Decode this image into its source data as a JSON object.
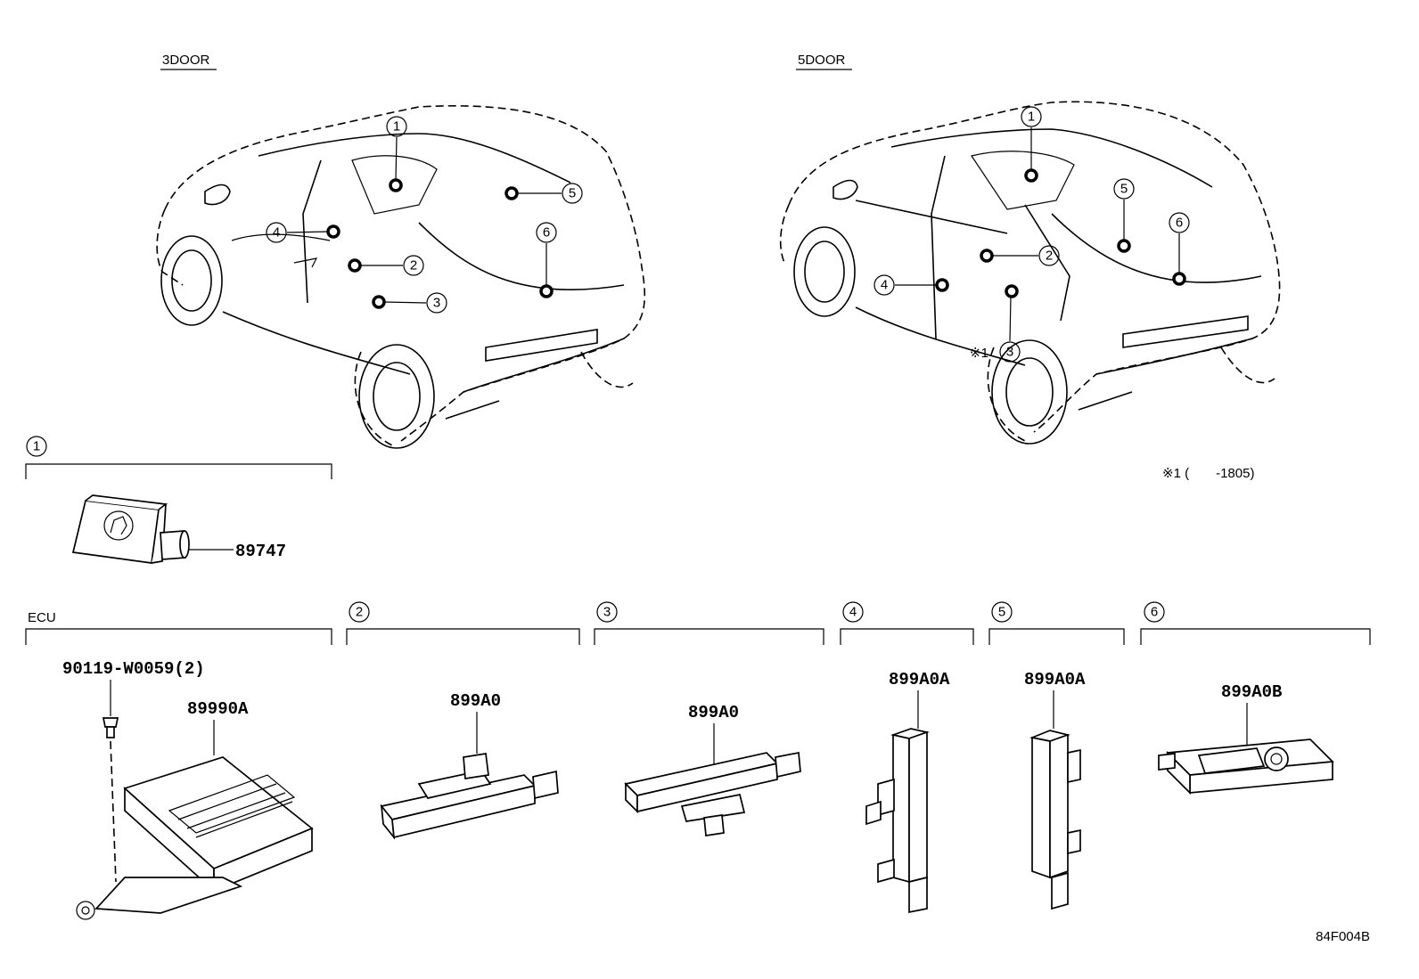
{
  "views": {
    "three_door": "3DOOR",
    "five_door": "5DOOR"
  },
  "callouts": [
    "1",
    "2",
    "3",
    "4",
    "5",
    "6"
  ],
  "footnote": {
    "marker": "※1",
    "text": "※1 (　　-1805)"
  },
  "groups": {
    "g1": {
      "number": "1",
      "part_number": "89747"
    },
    "ecu": {
      "label": "ECU",
      "bolt_part_number": "90119-W0059(2)",
      "part_number": "89990A"
    },
    "g2": {
      "number": "2",
      "part_number": "899A0"
    },
    "g3": {
      "number": "3",
      "part_number": "899A0"
    },
    "g4": {
      "number": "4",
      "part_number": "899A0A"
    },
    "g5": {
      "number": "5",
      "part_number": "899A0A"
    },
    "g6": {
      "number": "6",
      "part_number": "899A0B"
    }
  },
  "illustration_code": "84F004B"
}
